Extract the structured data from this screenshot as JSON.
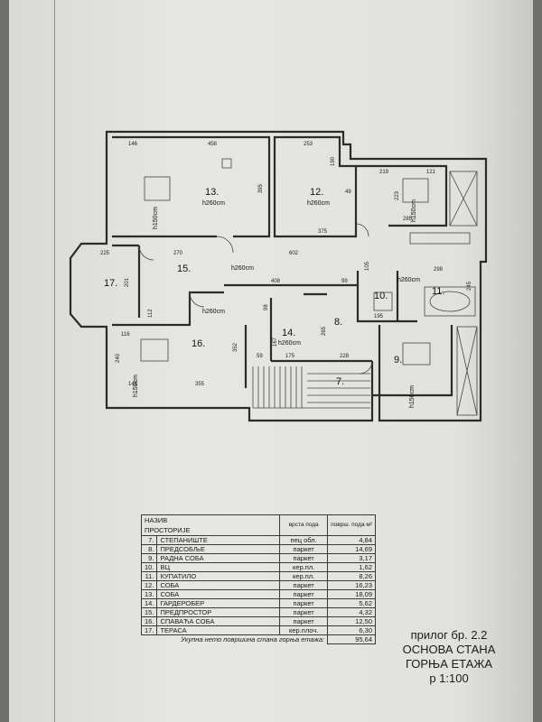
{
  "plan": {
    "rooms": [
      {
        "no": "13.",
        "height": "h260cm"
      },
      {
        "no": "12.",
        "height": "h260cm"
      },
      {
        "no": "15.",
        "height": "h260cm"
      },
      {
        "no": "17.",
        "height": ""
      },
      {
        "no": "16.",
        "height": "h260cm"
      },
      {
        "no": "14.",
        "height": "h260cm"
      },
      {
        "no": "8.",
        "height": ""
      },
      {
        "no": "10.",
        "height": "h260cm"
      },
      {
        "no": "11.",
        "height": ""
      },
      {
        "no": "9.",
        "height": ""
      },
      {
        "no": "7.",
        "height": ""
      }
    ],
    "window_heights": [
      "h150cm",
      "h150cm",
      "h150cm",
      "h150cm"
    ],
    "dimensions": [
      "146",
      "458",
      "253",
      "395",
      "190",
      "219",
      "121",
      "49",
      "223",
      "285",
      "375",
      "225",
      "270",
      "602",
      "201",
      "408",
      "99",
      "298",
      "245",
      "112",
      "116",
      "98",
      "167",
      "265",
      "145",
      "355",
      "352",
      "59",
      "175",
      "228",
      "240",
      "105",
      "195"
    ]
  },
  "legend": {
    "headers": {
      "name": "НАЗИВ\nПРОСТОРИЈЕ",
      "floor": "врста пода",
      "area": "површ. пода м²"
    },
    "rows": [
      {
        "no": "7.",
        "name": "СТЕПАНИШТЕ",
        "floor": "пец обл.",
        "area": "4,84"
      },
      {
        "no": "8.",
        "name": "ПРЕДСОБЉЕ",
        "floor": "паркет",
        "area": "14,69"
      },
      {
        "no": "9.",
        "name": "РАДНА СОБА",
        "floor": "паркет",
        "area": "3,17"
      },
      {
        "no": "10.",
        "name": "ВЦ",
        "floor": "кер.пл.",
        "area": "1,62"
      },
      {
        "no": "11.",
        "name": "КУПАТИЛО",
        "floor": "кер.пл.",
        "area": "8,26"
      },
      {
        "no": "12.",
        "name": "СОБА",
        "floor": "паркет",
        "area": "16,23"
      },
      {
        "no": "13.",
        "name": "СОБА",
        "floor": "паркет",
        "area": "18,09"
      },
      {
        "no": "14.",
        "name": "ГАРДЕРОБЕР",
        "floor": "паркет",
        "area": "5,62"
      },
      {
        "no": "15.",
        "name": "ПРЕДПРОСТОР",
        "floor": "паркет",
        "area": "4,32"
      },
      {
        "no": "16.",
        "name": "СПАВАЋА СОБА",
        "floor": "паркет",
        "area": "12,50"
      },
      {
        "no": "17.",
        "name": "ТЕРАСА",
        "floor": "кер.плоч.",
        "area": "6,30"
      }
    ],
    "total_label": "Укупна нето површина стана горња етажа:",
    "total_value": "95,64"
  },
  "caption": {
    "line1": "прилог бр. 2.2",
    "line2": "ОСНОВА СТАНА",
    "line3": "ГОРЊА ЕТАЖА",
    "line4": "р 1:100"
  }
}
